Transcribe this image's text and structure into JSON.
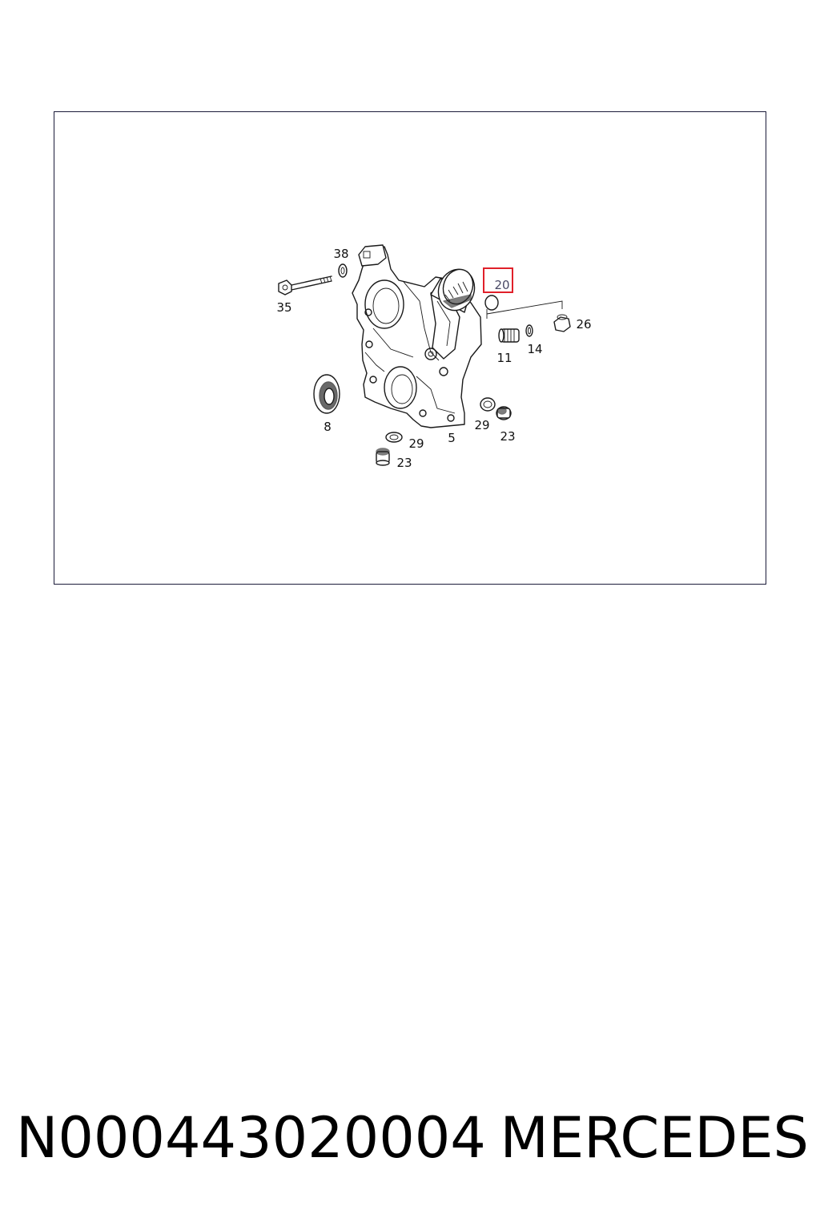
{
  "diagram": {
    "callouts": [
      {
        "id": "35",
        "label": "35"
      },
      {
        "id": "38",
        "label": "38"
      },
      {
        "id": "20",
        "label": "20",
        "highlighted": true
      },
      {
        "id": "26",
        "label": "26"
      },
      {
        "id": "11",
        "label": "11"
      },
      {
        "id": "14",
        "label": "14"
      },
      {
        "id": "8",
        "label": "8"
      },
      {
        "id": "5",
        "label": "5"
      },
      {
        "id": "29a",
        "label": "29"
      },
      {
        "id": "23a",
        "label": "23"
      },
      {
        "id": "29b",
        "label": "29"
      },
      {
        "id": "23b",
        "label": "23"
      }
    ],
    "highlight_color": "#e0202a"
  },
  "caption": {
    "part_number": "N000443020004",
    "brand": "MERCEDES"
  }
}
